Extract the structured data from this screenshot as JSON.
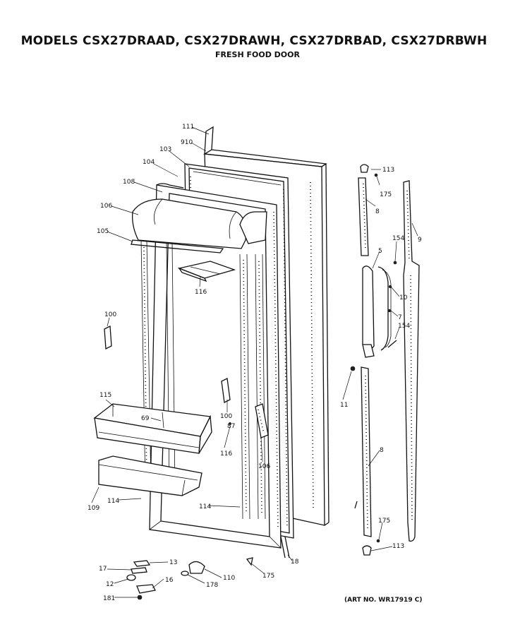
{
  "header": {
    "title": "MODELS CSX27DRAAD, CSX27DRAWH, CSX27DRBAD, CSX27DRBWH",
    "subtitle": "FRESH FOOD DOOR"
  },
  "footer": {
    "art_number": "(ART NO. WR17919 C)"
  },
  "callouts": [
    {
      "id": "111",
      "text": "111"
    },
    {
      "id": "910",
      "text": "910"
    },
    {
      "id": "103",
      "text": "103"
    },
    {
      "id": "104",
      "text": "104"
    },
    {
      "id": "108",
      "text": "108"
    },
    {
      "id": "106",
      "text": "106"
    },
    {
      "id": "105",
      "text": "105"
    },
    {
      "id": "116a",
      "text": "116"
    },
    {
      "id": "100a",
      "text": "100"
    },
    {
      "id": "115",
      "text": "115"
    },
    {
      "id": "69",
      "text": "69"
    },
    {
      "id": "100b",
      "text": "100"
    },
    {
      "id": "87",
      "text": "87"
    },
    {
      "id": "116b",
      "text": "116"
    },
    {
      "id": "106b",
      "text": "106"
    },
    {
      "id": "109",
      "text": "109"
    },
    {
      "id": "114a",
      "text": "114"
    },
    {
      "id": "114b",
      "text": "114"
    },
    {
      "id": "113a",
      "text": "113"
    },
    {
      "id": "175a",
      "text": "175"
    },
    {
      "id": "8a",
      "text": "8"
    },
    {
      "id": "9",
      "text": "9"
    },
    {
      "id": "154a",
      "text": "154"
    },
    {
      "id": "5",
      "text": "5"
    },
    {
      "id": "10",
      "text": "10"
    },
    {
      "id": "7",
      "text": "7"
    },
    {
      "id": "154b",
      "text": "154"
    },
    {
      "id": "11",
      "text": "11"
    },
    {
      "id": "8b",
      "text": "8"
    },
    {
      "id": "175b",
      "text": "175"
    },
    {
      "id": "113b",
      "text": "113"
    },
    {
      "id": "18",
      "text": "18"
    },
    {
      "id": "175c",
      "text": "175"
    },
    {
      "id": "13",
      "text": "13"
    },
    {
      "id": "17",
      "text": "17"
    },
    {
      "id": "16",
      "text": "16"
    },
    {
      "id": "12",
      "text": "12"
    },
    {
      "id": "181",
      "text": "181"
    },
    {
      "id": "110",
      "text": "110"
    },
    {
      "id": "178",
      "text": "178"
    }
  ]
}
